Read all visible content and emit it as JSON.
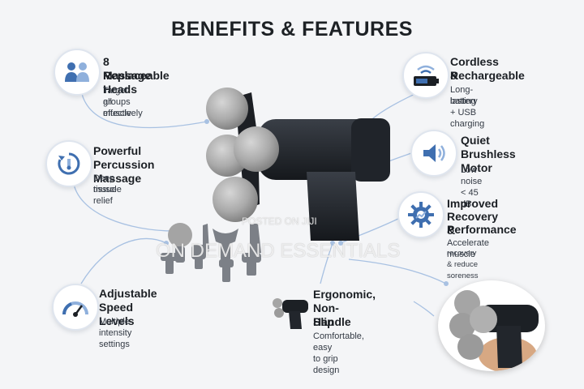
{
  "title": "BENEFITS & FEATURES",
  "features": {
    "heads": {
      "title1": "8 Replaceable",
      "title2": "Massage Heads",
      "desc1": "Target all muscle",
      "desc2": "groups effectively"
    },
    "percussion": {
      "title1": "Powerful",
      "title2": "Percussion Massage",
      "desc1": "Deep tissue",
      "desc2": "muscle relief"
    },
    "speed": {
      "title1": "Adjustable",
      "title2": "Speed Levels",
      "desc1": "Multiple intensity settings"
    },
    "ergonomic": {
      "title1": "Ergonomic,",
      "title2": "Non-Slip",
      "title3": "Handle",
      "desc1": "Comfortable,",
      "desc2": "easy to grip design"
    },
    "cordless": {
      "title1": "Cordless &",
      "title2": "Rechargeable",
      "desc1": "Long-lasting",
      "desc2": "battery + USB charging"
    },
    "quiet": {
      "title1": "Quiet",
      "title2": "Brushless Motor",
      "desc1": "Low noise < 45 dB"
    },
    "recovery": {
      "title1": "Improved",
      "title2": "Recovery &",
      "title3": "Performance",
      "desc1": "Accelerate muscle",
      "desc2": "recovery & reduce soreness"
    }
  },
  "watermark": {
    "line1": "POSTED ON JIJI",
    "line2": "ON DEMAND ESSENTIALS"
  },
  "colors": {
    "accent": "#3f6fb0",
    "accent_light": "#8fb0dc",
    "dark": "#1b1f24"
  }
}
